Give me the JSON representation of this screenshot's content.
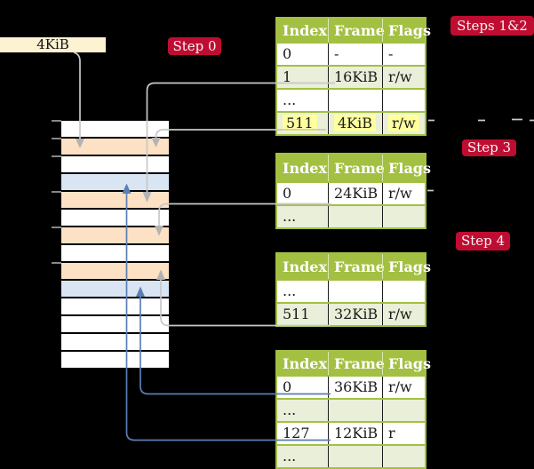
{
  "labels": {
    "frame_box": "4KiB",
    "step0": "Step 0",
    "steps12": "Steps 1&2",
    "step3": "Step 3",
    "step4": "Step 4"
  },
  "colors": {
    "accent_green": "#a3c042",
    "row_green": "#e9efd8",
    "highlight_yellow": "#ffff9e",
    "badge_red": "#bf0d32",
    "frame_box_cream": "#fdf2d2",
    "memory_pagetable_orange": "#fce1c4",
    "memory_mapped_blue": "#d9e5f3",
    "connector_gray": "#c8c8c8",
    "connector_blue": "#5b7fb4"
  },
  "page_tables": [
    {
      "id": "page-table-steps-1-2",
      "headers": [
        "Index",
        "Frame",
        "Flags"
      ],
      "rows": [
        {
          "cells": [
            "0",
            "-",
            "-"
          ],
          "shaded": false,
          "highlight": false
        },
        {
          "cells": [
            "1",
            "16KiB",
            "r/w"
          ],
          "shaded": true,
          "highlight": false
        },
        {
          "cells": [
            "...",
            "",
            ""
          ],
          "shaded": false,
          "highlight": false
        },
        {
          "cells": [
            "511",
            "4KiB",
            "r/w"
          ],
          "shaded": true,
          "highlight": true
        }
      ]
    },
    {
      "id": "page-table-step-3",
      "headers": [
        "Index",
        "Frame",
        "Flags"
      ],
      "rows": [
        {
          "cells": [
            "0",
            "24KiB",
            "r/w"
          ],
          "shaded": false,
          "highlight": false
        },
        {
          "cells": [
            "...",
            "",
            ""
          ],
          "shaded": true,
          "highlight": false
        }
      ]
    },
    {
      "id": "page-table-step-4",
      "headers": [
        "Index",
        "Frame",
        "Flags"
      ],
      "rows": [
        {
          "cells": [
            "...",
            "",
            ""
          ],
          "shaded": false,
          "highlight": false
        },
        {
          "cells": [
            "511",
            "32KiB",
            "r/w"
          ],
          "shaded": true,
          "highlight": false
        }
      ]
    },
    {
      "id": "page-table-final",
      "headers": [
        "Index",
        "Frame",
        "Flags"
      ],
      "rows": [
        {
          "cells": [
            "0",
            "36KiB",
            "r/w"
          ],
          "shaded": false,
          "highlight": false
        },
        {
          "cells": [
            "...",
            "",
            ""
          ],
          "shaded": true,
          "highlight": false
        },
        {
          "cells": [
            "127",
            "12KiB",
            "r"
          ],
          "shaded": false,
          "highlight": false
        },
        {
          "cells": [
            "...",
            "",
            ""
          ],
          "shaded": true,
          "highlight": false
        }
      ]
    }
  ],
  "memory": {
    "rows": [
      "white",
      "orange",
      "white",
      "blue",
      "orange",
      "white",
      "orange",
      "white",
      "orange",
      "blue",
      "white",
      "white",
      "white",
      "white"
    ],
    "tick_rows": [
      0,
      1,
      2,
      4,
      6,
      8
    ]
  }
}
